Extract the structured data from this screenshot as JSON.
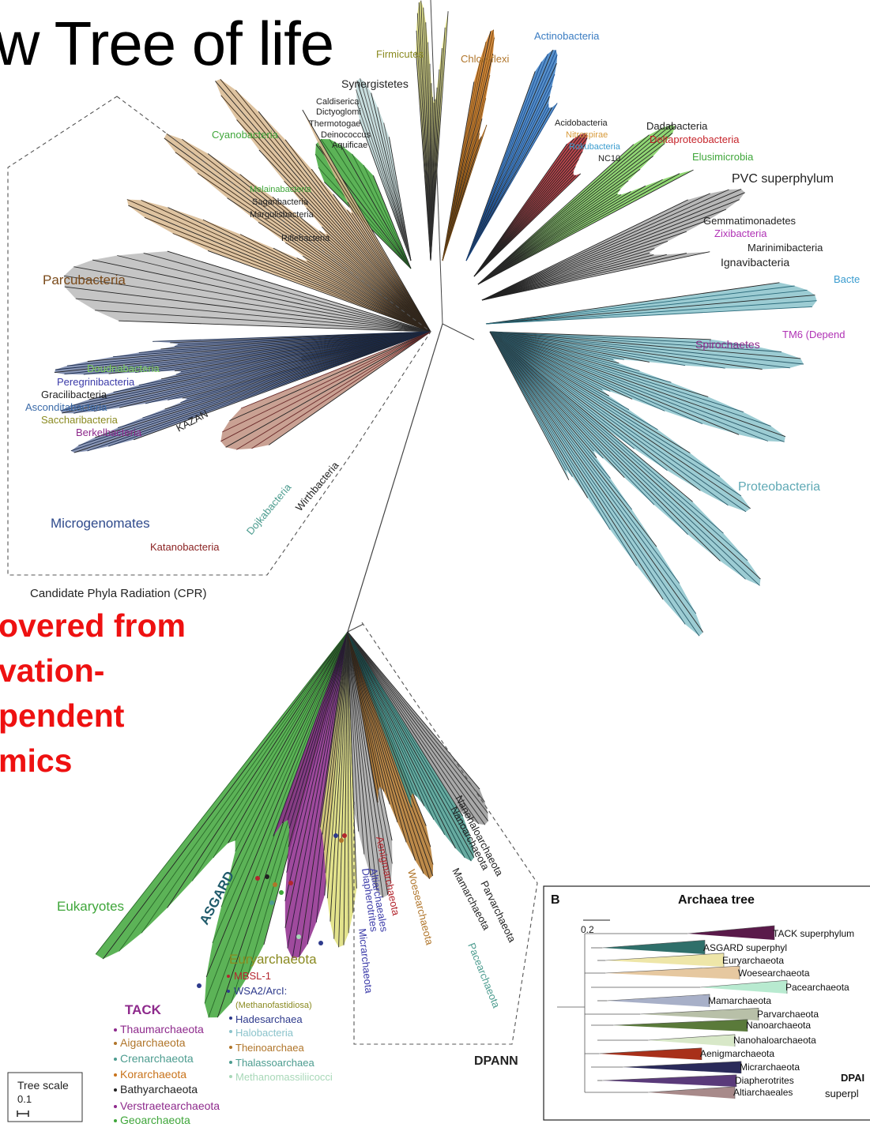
{
  "title": "w Tree of life",
  "red_note": [
    "overed from",
    "vation-",
    "pendent",
    "mics"
  ],
  "colors": {
    "cpr_tan": "#d8b98f",
    "cpr_blue": "#7383a8",
    "prot_teal": "#8bc3cb",
    "green": "#3fa63a",
    "lightgreen": "#7ccf5a",
    "purple": "#8e2a8c",
    "yellow": "#dede78",
    "orange": "#c8731b",
    "blue": "#3a7cc2",
    "brown": "#b0752a",
    "red": "#b3262e",
    "darkred": "#8b2323",
    "teal": "#4c9c8f",
    "gray": "#7a7a7a",
    "magenta": "#b032b5",
    "navy": "#2e3a8c",
    "dark": "#222222",
    "deltared": "#c6242b"
  },
  "labels": [
    {
      "text": "Firmicutes",
      "color": "#8a8a20"
    },
    {
      "text": "Chloroflexi",
      "color": "#b0752a"
    },
    {
      "text": "Actinobacteria",
      "color": "#3a7cc2"
    },
    {
      "text": "Synergistetes",
      "color": "#222222"
    },
    {
      "text": "Caldiserica",
      "color": "#222222"
    },
    {
      "text": "Dictyoglomi",
      "color": "#222222"
    },
    {
      "text": "Thermotogae",
      "color": "#222222"
    },
    {
      "text": "Deinococcus",
      "color": "#222222"
    },
    {
      "text": "Aquificae",
      "color": "#222222"
    },
    {
      "text": "Cyanobacteria",
      "color": "#3fa63a"
    },
    {
      "text": "Acidobacteria",
      "color": "#222222"
    },
    {
      "text": "Nitrospirae",
      "color": "#d89a3a"
    },
    {
      "text": "Rokubacteria",
      "color": "#3a9ccf"
    },
    {
      "text": "NC10",
      "color": "#222222"
    },
    {
      "text": "Dadabacteria",
      "color": "#222222"
    },
    {
      "text": "Deltaproteobacteria",
      "color": "#c6242b"
    },
    {
      "text": "Elusimicrobia",
      "color": "#3fa63a"
    },
    {
      "text": "PVC superphylum",
      "color": "#222222"
    },
    {
      "text": "Melainabacteria",
      "color": "#3fa63a"
    },
    {
      "text": "Saganbacteria",
      "color": "#222222"
    },
    {
      "text": "Margulisbacteria",
      "color": "#222222"
    },
    {
      "text": "Riflebacteria",
      "color": "#222222"
    },
    {
      "text": "Gemmatimonadetes",
      "color": "#222222"
    },
    {
      "text": "Zixibacteria",
      "color": "#b032b5"
    },
    {
      "text": "Marinimibacteria",
      "color": "#222222"
    },
    {
      "text": "Ignavibacteria",
      "color": "#222222"
    },
    {
      "text": "Bacte",
      "color": "#3a9ccf"
    },
    {
      "text": "TM6 (Depend",
      "color": "#b032b5"
    },
    {
      "text": "Spirochaetes",
      "color": "#8e2a8c"
    },
    {
      "text": "Proteobacteria",
      "color": "#5fa9b5"
    },
    {
      "text": "Parcubacteria",
      "color": "#7a4a1a"
    },
    {
      "text": "Doudnabacteria",
      "color": "#7ccf5a"
    },
    {
      "text": "Peregrinibacteria",
      "color": "#3a3aa8"
    },
    {
      "text": "Gracilibacteria",
      "color": "#222222"
    },
    {
      "text": "Asconditabacteria",
      "color": "#3a6aa8"
    },
    {
      "text": "Saccharibacteria",
      "color": "#8a8a20"
    },
    {
      "text": "Berkelbacteria",
      "color": "#8e2a8c"
    },
    {
      "text": "KAZAN",
      "color": "#222222"
    },
    {
      "text": "Wirthbacteria",
      "color": "#222222"
    },
    {
      "text": "Dojkabacteria",
      "color": "#4c9c8f"
    },
    {
      "text": "Microgenomates",
      "color": "#2e4a8c"
    },
    {
      "text": "Katanobacteria",
      "color": "#8b2323"
    },
    {
      "text": "Candidate Phyla Radiation (CPR)",
      "color": "#222222"
    },
    {
      "text": "Eukaryotes",
      "color": "#3fa63a"
    },
    {
      "text": "ASGARD",
      "color": "#1f5a6a"
    },
    {
      "text": "Euryarchaeota",
      "color": "#8a8a20"
    },
    {
      "text": "Aenigmarchaeota",
      "color": "#b3262e"
    },
    {
      "text": "Altiarchaeales",
      "color": "#3a3aa8"
    },
    {
      "text": "Diapherotrites",
      "color": "#3a3aa8"
    },
    {
      "text": "Micrarchaeota",
      "color": "#3a3aa8"
    },
    {
      "text": "Woesearchaeota",
      "color": "#b0752a"
    },
    {
      "text": "Nanohaloarchaeota",
      "color": "#222222"
    },
    {
      "text": "Nanoarchaeota",
      "color": "#222222"
    },
    {
      "text": "Parvarchaeota",
      "color": "#222222"
    },
    {
      "text": "Mamarchaeota",
      "color": "#222222"
    },
    {
      "text": "Pacearchaeota",
      "color": "#4c9c8f"
    },
    {
      "text": "DPANN",
      "color": "#222222"
    },
    {
      "text": "TACK",
      "color": "#8e2a8c"
    }
  ],
  "tack_list": [
    {
      "text": "Thaumarchaeota",
      "color": "#8e2a8c"
    },
    {
      "text": "Aigarchaeota",
      "color": "#b0752a"
    },
    {
      "text": "Crenarchaeota",
      "color": "#4c9c8f"
    },
    {
      "text": "Korarchaeota",
      "color": "#c8731b"
    },
    {
      "text": "Bathyarchaeota",
      "color": "#222222"
    },
    {
      "text": "Verstraetearchaeota",
      "color": "#8e2a8c"
    },
    {
      "text": "Geoarchaeota",
      "color": "#3fa63a"
    }
  ],
  "eury_list": [
    {
      "text": "MBSL-1",
      "color": "#b3262e"
    },
    {
      "text": "WSA2/ArcI:",
      "color": "#2e3a8c"
    },
    {
      "text": "(Methanofastidiosa)",
      "color": "#8a8a20"
    },
    {
      "text": "Hadesarchaea",
      "color": "#2e3a8c"
    },
    {
      "text": "Halobacteria",
      "color": "#8bc3cb"
    },
    {
      "text": "Theinoarchaea",
      "color": "#b0752a"
    },
    {
      "text": "Thalassoarchaea",
      "color": "#4c9c8f"
    },
    {
      "text": "Methanomassiliicocci",
      "color": "#a8d8b8"
    }
  ],
  "tree_scale": {
    "label": "Tree scale",
    "value": "0.1"
  },
  "inset": {
    "panel": "B",
    "title": "Archaea tree",
    "scale": "0.2",
    "rows": [
      {
        "text": "TACK superphylum",
        "color": "#5a1a4a"
      },
      {
        "text": "ASGARD superphyl",
        "color": "#2f6f6a"
      },
      {
        "text": "Euryarchaeota",
        "color": "#eee6a8"
      },
      {
        "text": "Woesearchaeota",
        "color": "#e6c8a0"
      },
      {
        "text": "Pacearchaeota",
        "color": "#b8ead0"
      },
      {
        "text": "Mamarchaeota",
        "color": "#a8b0c8"
      },
      {
        "text": "Parvarchaeota",
        "color": "#b8c0a8"
      },
      {
        "text": "Nanoarchaeota",
        "color": "#5a7a3a"
      },
      {
        "text": "Nanohaloarchaeota",
        "color": "#d8e8c8"
      },
      {
        "text": "Aenigmarchaeota",
        "color": "#a8301a"
      },
      {
        "text": "Micrarchaeota",
        "color": "#2a2a5a"
      },
      {
        "text": "Diapherotrites",
        "color": "#5a3a7a"
      },
      {
        "text": "Altiarchaeales",
        "color": "#a88a8a"
      }
    ],
    "dpann": [
      "DPAI",
      "superpl"
    ]
  }
}
